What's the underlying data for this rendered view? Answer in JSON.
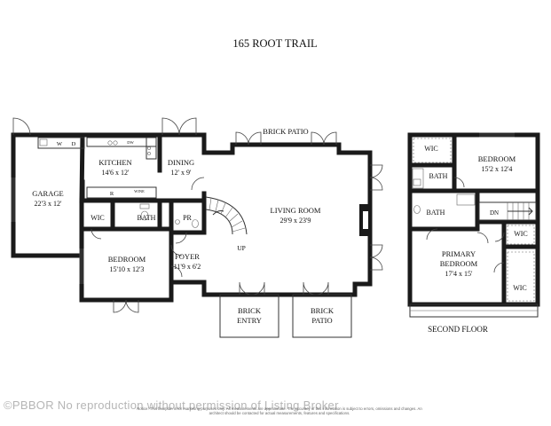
{
  "title": "165 ROOT TRAIL",
  "first_floor": {
    "garage": {
      "name": "GARAGE",
      "dims": "22'3 x 12'"
    },
    "kitchen": {
      "name": "KITCHEN",
      "dims": "14'6 x 12'"
    },
    "dining": {
      "name": "DINING",
      "dims": "12' x 9'"
    },
    "living_room": {
      "name": "LIVING ROOM",
      "dims": "29'9 x 23'9"
    },
    "bedroom": {
      "name": "BEDROOM",
      "dims": "15'10 x 12'3"
    },
    "foyer": {
      "name": "FOYER",
      "dims": "11'9 x 6'2"
    },
    "wic": "WIC",
    "bath": "BATH",
    "pr": "PR",
    "brick_patio_top": "BRICK PATIO",
    "brick_entry": [
      "BRICK",
      "ENTRY"
    ],
    "brick_patio_bottom": [
      "BRICK",
      "PATIO"
    ],
    "stair_label": "UP",
    "appliances": {
      "washer": "W",
      "dryer": "D",
      "dishwasher": "DW",
      "refrigerator": "R",
      "wine": "WINE"
    }
  },
  "second_floor": {
    "caption": "SECOND FLOOR",
    "bedroom": {
      "name": "BEDROOM",
      "dims": "15'2 x 12'4"
    },
    "primary_bedroom": {
      "name1": "PRIMARY",
      "name2": "BEDROOM",
      "dims": "17'4 x 15'"
    },
    "wic": "WIC",
    "bath": "BATH",
    "stair_label": "DN"
  },
  "watermark": "©PBBOR No reproduction without permission of Listing Broker",
  "disclaimer": "Notice: This floorplan is for marketing purposes only. All measurements are approximate. The accuracy of this information is subject to errors, omissions and changes. An architect should be contacted for actual measurements, features and specifications."
}
